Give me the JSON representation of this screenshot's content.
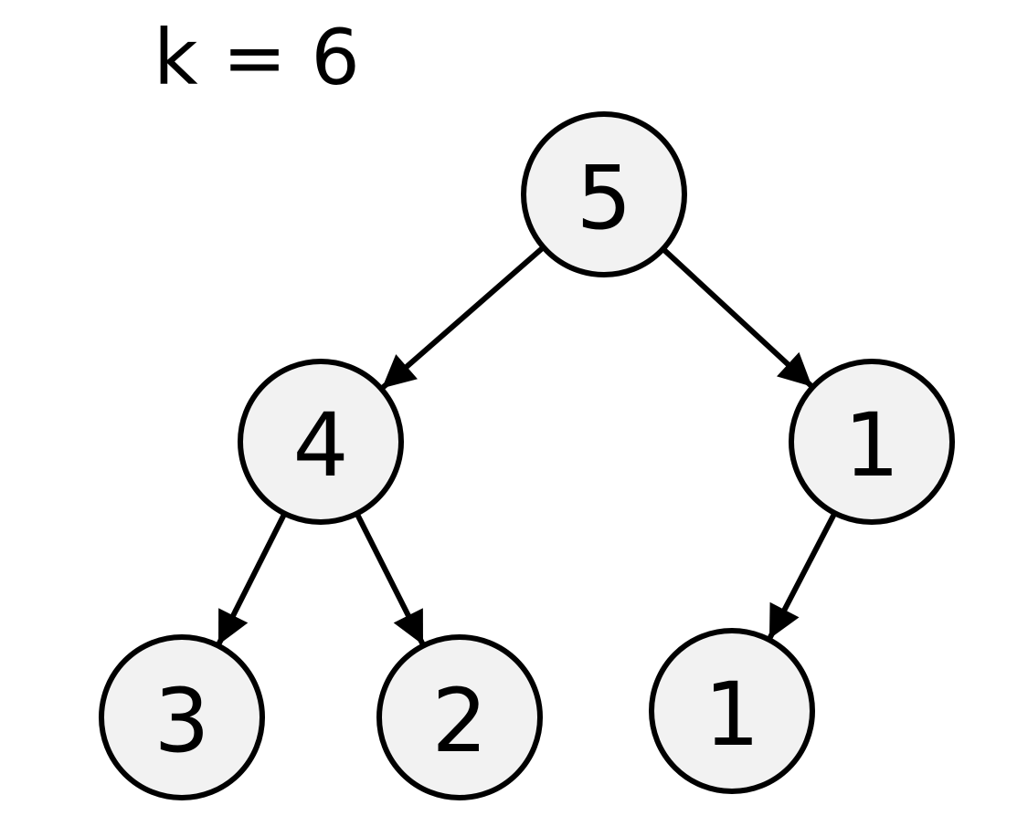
{
  "caption": "k = 6",
  "colors": {
    "node_fill": "#f2f2f2",
    "stroke": "#000000"
  },
  "nodes": [
    {
      "id": "root",
      "label": "5"
    },
    {
      "id": "left",
      "label": "4"
    },
    {
      "id": "right",
      "label": "1"
    },
    {
      "id": "left-left",
      "label": "3"
    },
    {
      "id": "left-right",
      "label": "2"
    },
    {
      "id": "right-left",
      "label": "1"
    }
  ],
  "edges": [
    {
      "from": "root",
      "to": "left"
    },
    {
      "from": "root",
      "to": "right"
    },
    {
      "from": "left",
      "to": "left-left"
    },
    {
      "from": "left",
      "to": "left-right"
    },
    {
      "from": "right",
      "to": "right-left"
    }
  ]
}
